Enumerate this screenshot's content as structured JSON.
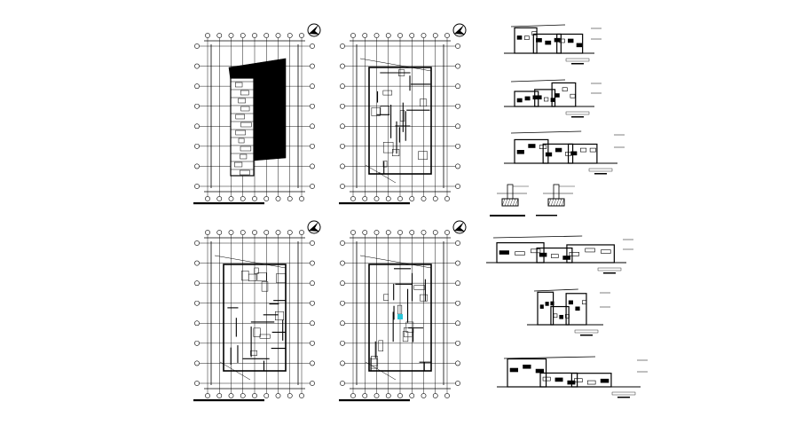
{
  "sheet": {
    "background": "#ffffff",
    "line_color": "#000000",
    "accent_color": "#29c5d8"
  },
  "drawings": {
    "plans": [
      {
        "id": "plan-1",
        "icon": "north-arrow-icon"
      },
      {
        "id": "plan-2",
        "icon": "north-arrow-icon"
      },
      {
        "id": "plan-3",
        "icon": "north-arrow-icon"
      },
      {
        "id": "plan-4",
        "icon": "north-arrow-icon"
      }
    ],
    "elevations": [
      {
        "id": "elevation-1"
      },
      {
        "id": "elevation-2"
      },
      {
        "id": "elevation-3"
      },
      {
        "id": "elevation-4"
      },
      {
        "id": "elevation-5"
      },
      {
        "id": "elevation-6"
      }
    ],
    "details": [
      {
        "id": "footing-detail-1"
      },
      {
        "id": "footing-detail-2"
      }
    ]
  }
}
